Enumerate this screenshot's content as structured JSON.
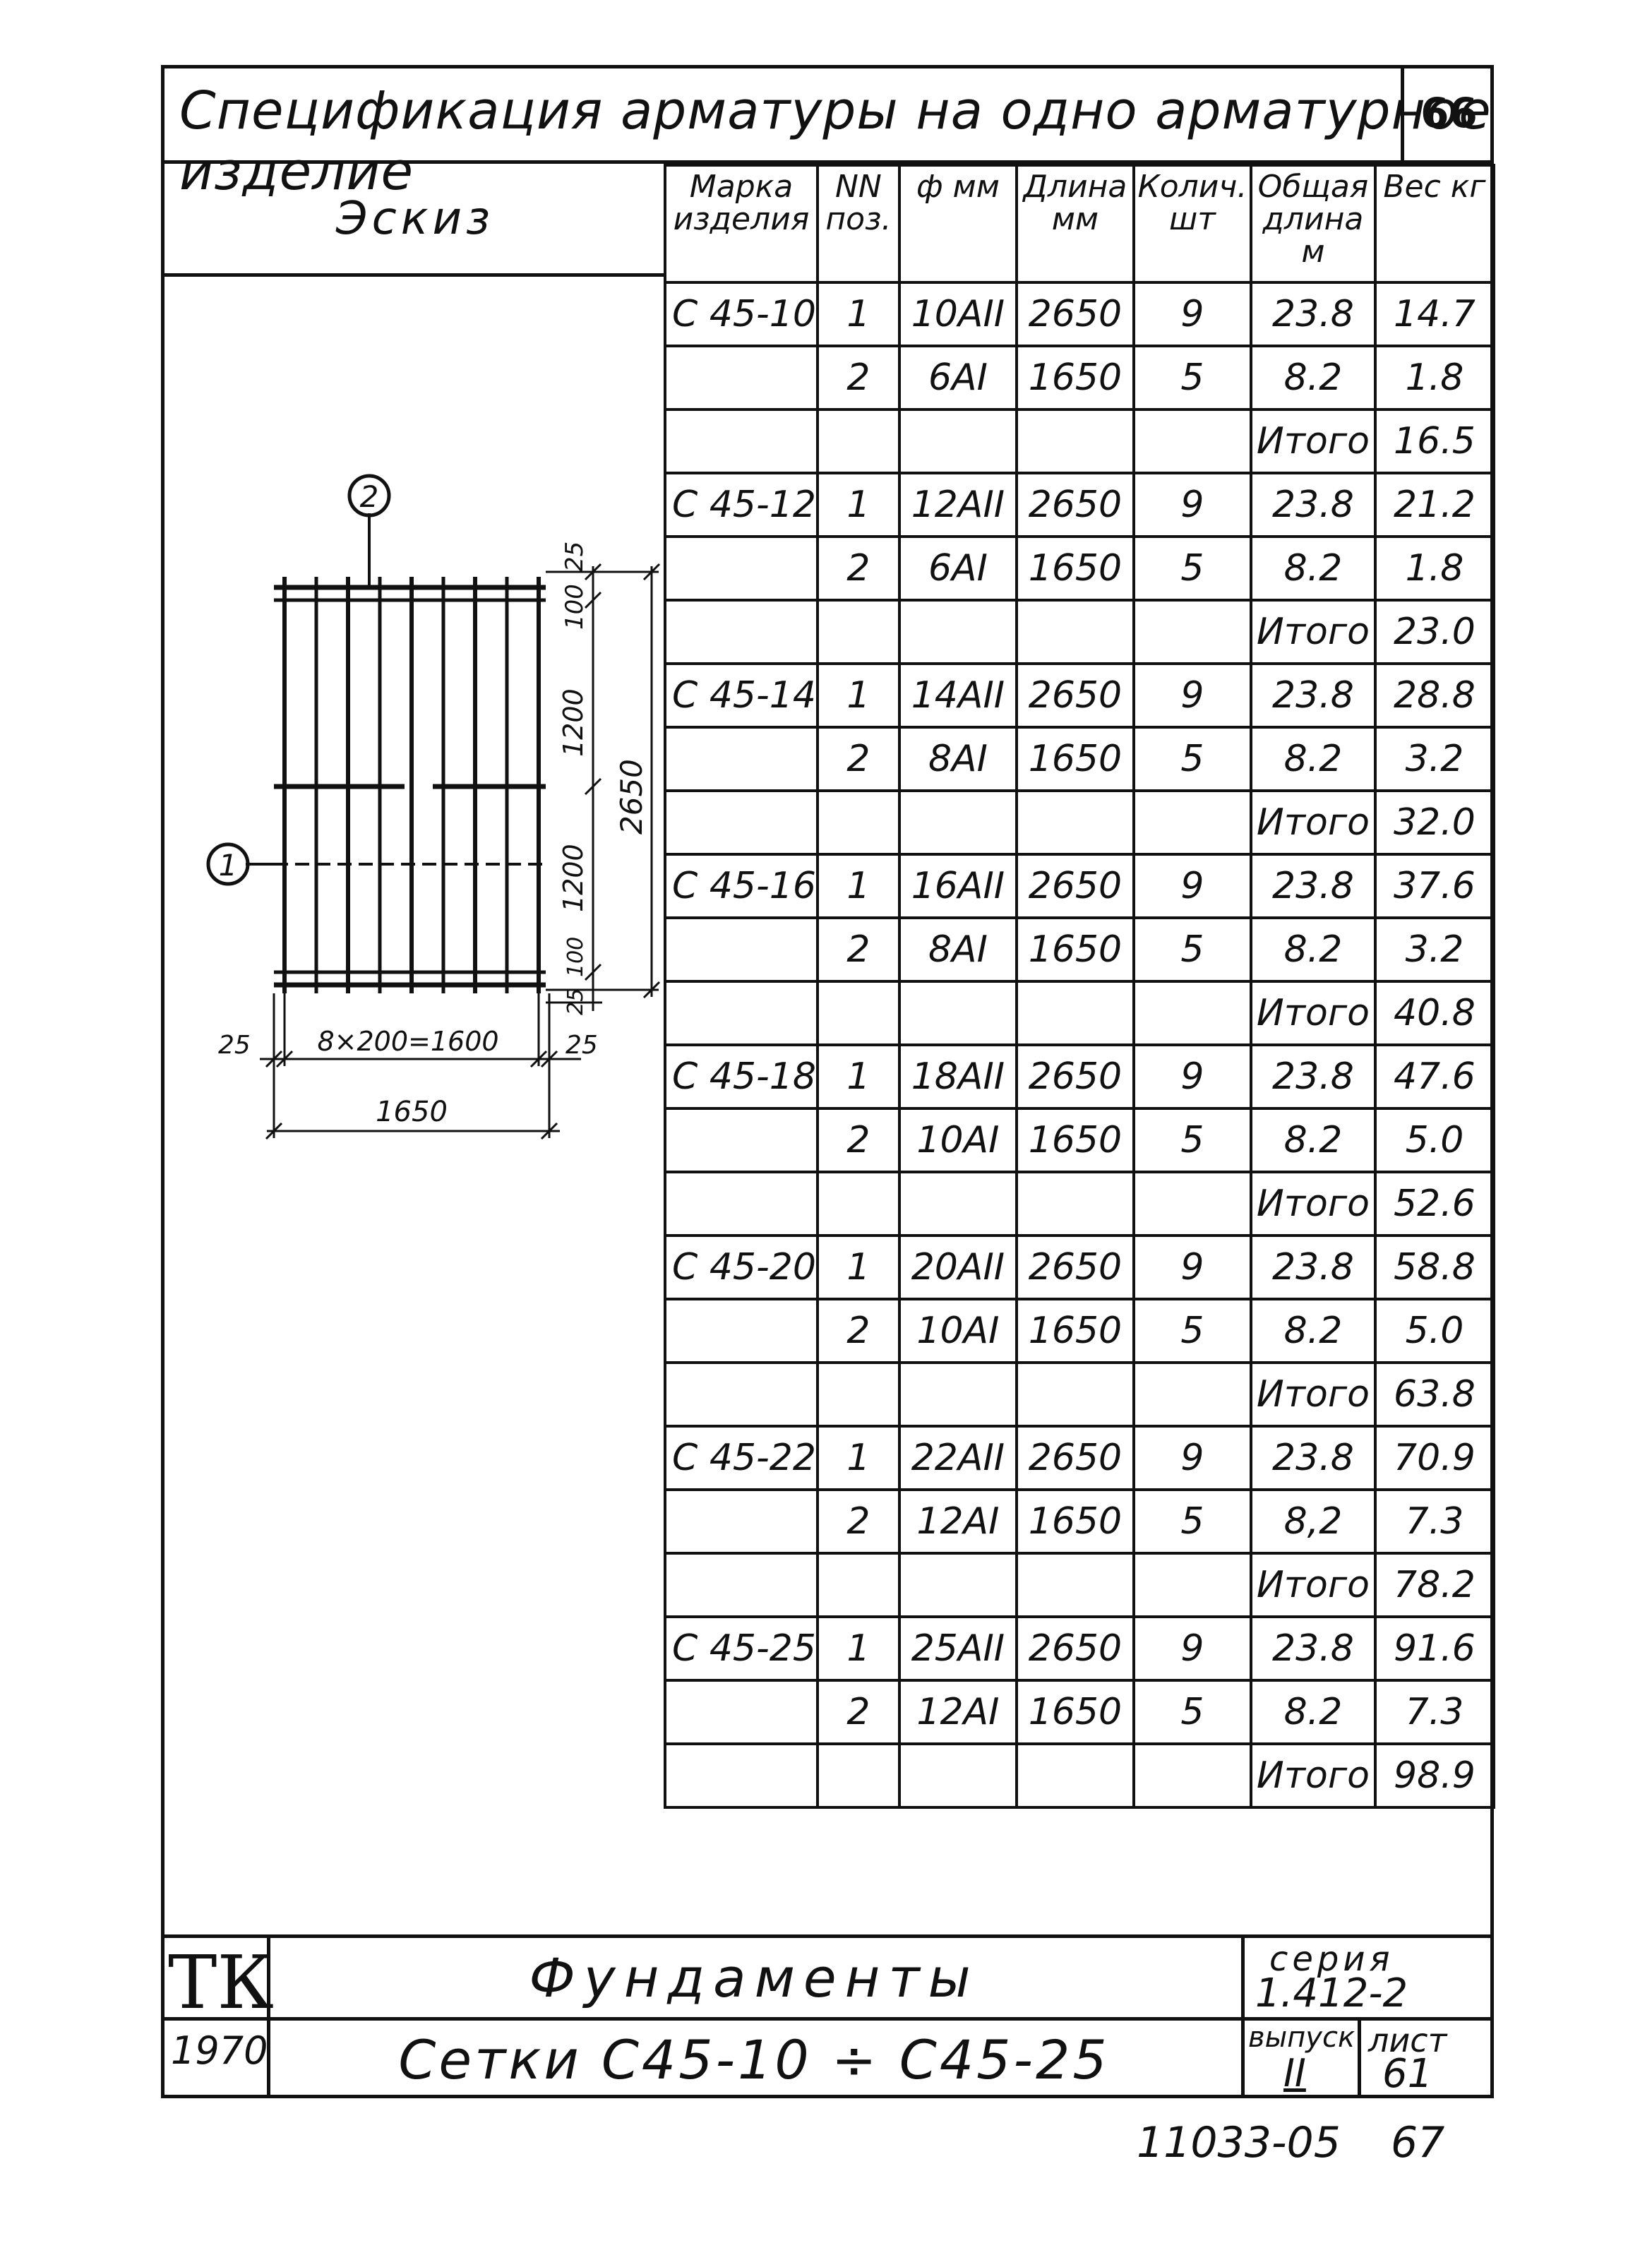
{
  "title": "Спецификация арматуры на одно арматурное изделие",
  "sheet_corner": "66",
  "sketch_header": "Эскиз",
  "columns": [
    "Марка изделия",
    "NN поз.",
    "ф мм",
    "Длина мм",
    "Колич. шт",
    "Общая длина м",
    "Вес кг"
  ],
  "rows": [
    {
      "mark": "С 45-10",
      "pos": "1",
      "dia": "10АII",
      "len": "2650",
      "qty": "9",
      "total": "23.8",
      "weight": "14.7"
    },
    {
      "mark": "",
      "pos": "2",
      "dia": "6АI",
      "len": "1650",
      "qty": "5",
      "total": "8.2",
      "weight": "1.8"
    },
    {
      "mark": "",
      "pos": "",
      "dia": "",
      "len": "",
      "qty": "",
      "total": "Итого",
      "weight": "16.5"
    },
    {
      "mark": "С 45-12",
      "pos": "1",
      "dia": "12АII",
      "len": "2650",
      "qty": "9",
      "total": "23.8",
      "weight": "21.2"
    },
    {
      "mark": "",
      "pos": "2",
      "dia": "6АI",
      "len": "1650",
      "qty": "5",
      "total": "8.2",
      "weight": "1.8"
    },
    {
      "mark": "",
      "pos": "",
      "dia": "",
      "len": "",
      "qty": "",
      "total": "Итого",
      "weight": "23.0"
    },
    {
      "mark": "С 45-14",
      "pos": "1",
      "dia": "14АII",
      "len": "2650",
      "qty": "9",
      "total": "23.8",
      "weight": "28.8"
    },
    {
      "mark": "",
      "pos": "2",
      "dia": "8АI",
      "len": "1650",
      "qty": "5",
      "total": "8.2",
      "weight": "3.2"
    },
    {
      "mark": "",
      "pos": "",
      "dia": "",
      "len": "",
      "qty": "",
      "total": "Итого",
      "weight": "32.0"
    },
    {
      "mark": "С 45-16",
      "pos": "1",
      "dia": "16АII",
      "len": "2650",
      "qty": "9",
      "total": "23.8",
      "weight": "37.6"
    },
    {
      "mark": "",
      "pos": "2",
      "dia": "8АI",
      "len": "1650",
      "qty": "5",
      "total": "8.2",
      "weight": "3.2"
    },
    {
      "mark": "",
      "pos": "",
      "dia": "",
      "len": "",
      "qty": "",
      "total": "Итого",
      "weight": "40.8"
    },
    {
      "mark": "С 45-18",
      "pos": "1",
      "dia": "18АII",
      "len": "2650",
      "qty": "9",
      "total": "23.8",
      "weight": "47.6"
    },
    {
      "mark": "",
      "pos": "2",
      "dia": "10АI",
      "len": "1650",
      "qty": "5",
      "total": "8.2",
      "weight": "5.0"
    },
    {
      "mark": "",
      "pos": "",
      "dia": "",
      "len": "",
      "qty": "",
      "total": "Итого",
      "weight": "52.6"
    },
    {
      "mark": "С 45-20",
      "pos": "1",
      "dia": "20АII",
      "len": "2650",
      "qty": "9",
      "total": "23.8",
      "weight": "58.8"
    },
    {
      "mark": "",
      "pos": "2",
      "dia": "10АI",
      "len": "1650",
      "qty": "5",
      "total": "8.2",
      "weight": "5.0"
    },
    {
      "mark": "",
      "pos": "",
      "dia": "",
      "len": "",
      "qty": "",
      "total": "Итого",
      "weight": "63.8"
    },
    {
      "mark": "С 45-22",
      "pos": "1",
      "dia": "22АII",
      "len": "2650",
      "qty": "9",
      "total": "23.8",
      "weight": "70.9"
    },
    {
      "mark": "",
      "pos": "2",
      "dia": "12АI",
      "len": "1650",
      "qty": "5",
      "total": "8,2",
      "weight": "7.3"
    },
    {
      "mark": "",
      "pos": "",
      "dia": "",
      "len": "",
      "qty": "",
      "total": "Итого",
      "weight": "78.2"
    },
    {
      "mark": "С 45-25",
      "pos": "1",
      "dia": "25АII",
      "len": "2650",
      "qty": "9",
      "total": "23.8",
      "weight": "91.6"
    },
    {
      "mark": "",
      "pos": "2",
      "dia": "12АI",
      "len": "1650",
      "qty": "5",
      "total": "8.2",
      "weight": "7.3"
    },
    {
      "mark": "",
      "pos": "",
      "dia": "",
      "len": "",
      "qty": "",
      "total": "Итого",
      "weight": "98.9"
    }
  ],
  "sketch": {
    "pos_marker_1": "1",
    "pos_marker_2": "2",
    "dim_25_top": "25",
    "dim_100_top": "100",
    "dim_1200_top": "1200",
    "dim_1200_bottom": "1200",
    "dim_100_bottom": "100",
    "dim_25_bottom": "25",
    "dim_2650": "2650",
    "dim_left_25": "25",
    "dim_spacing": "8×200=1600",
    "dim_right_25": "25",
    "dim_1650": "1650"
  },
  "stamp": {
    "logo": "ТК",
    "year": "1970",
    "name_line1": "Фундаменты",
    "name_line2": "Сетки С45-10 ÷ С45-25",
    "seria_label": "серия",
    "seria_value": "1.412-2",
    "vypusk_label": "выпуск",
    "vypusk_value": "II",
    "list_label": "лист",
    "list_value": "61"
  },
  "footer": {
    "doc_number": "11033-05",
    "page": "67"
  }
}
